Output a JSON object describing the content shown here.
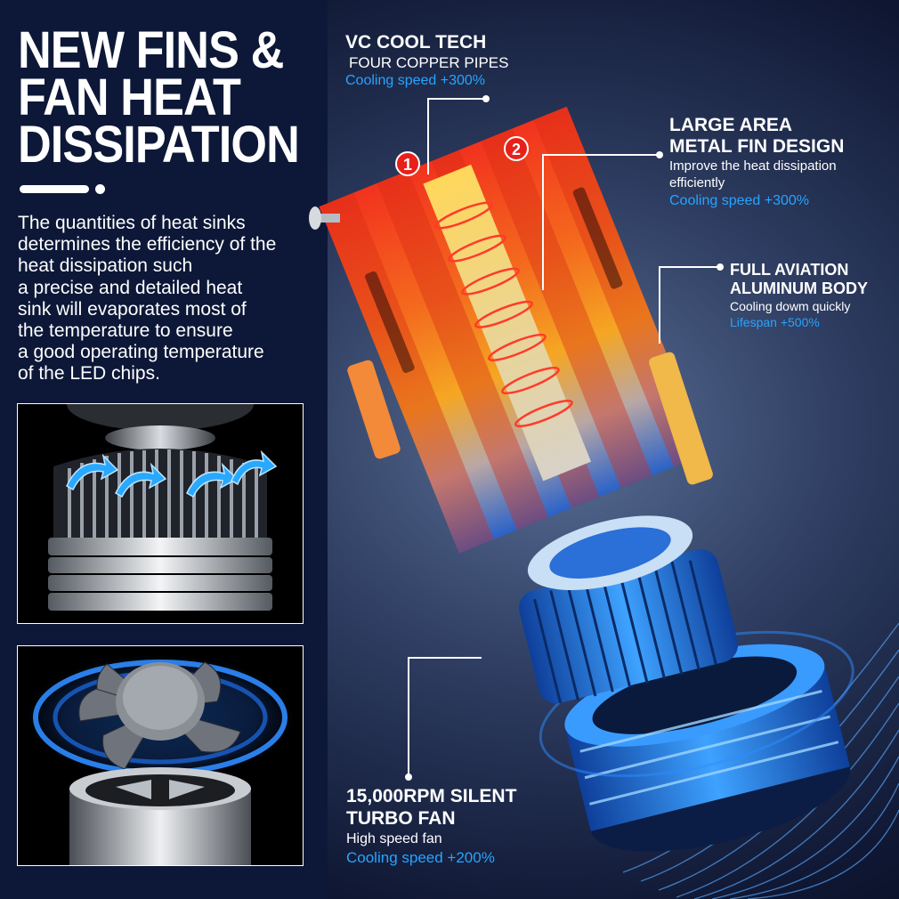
{
  "headline": {
    "line1": "NEW FINS &",
    "line2": "FAN HEAT",
    "line3": "DISSIPATION"
  },
  "description": {
    "lines": [
      "The quantities of heat sinks",
      "determines the efficiency of the",
      "heat dissipation such",
      "a precise and detailed heat",
      "sink will evaporates most of",
      "the temperature to ensure",
      "a good operating temperature",
      "of the LED chips."
    ]
  },
  "badges": {
    "one": "1",
    "two": "2"
  },
  "callouts": {
    "vc": {
      "title": "VC COOL TECH",
      "sub": "FOUR COPPER PIPES",
      "highlight": "Cooling speed +300%"
    },
    "fin": {
      "title1": "LARGE AREA",
      "title2": "METAL FIN DESIGN",
      "sub1": "Improve the heat dissipation",
      "sub2": "efficiently",
      "highlight": "Cooling speed +300%"
    },
    "aluminum": {
      "title1": "FULL AVIATION",
      "title2": "ALUMINUM BODY",
      "sub": "Cooling dowm quickly",
      "highlight": "Lifespan +500%"
    },
    "fan": {
      "title1": "15,000RPM SILENT",
      "title2": "TURBO FAN",
      "sub": "High speed fan",
      "highlight": "Cooling speed +200%"
    }
  },
  "colors": {
    "highlight": "#27a4ff",
    "panel": "#0d1838",
    "hot": "#f0321e",
    "warm": "#f5a623",
    "cool": "#1e6fd6"
  },
  "icons": [
    "airflow-arrow-icon",
    "fan-blade-icon"
  ]
}
